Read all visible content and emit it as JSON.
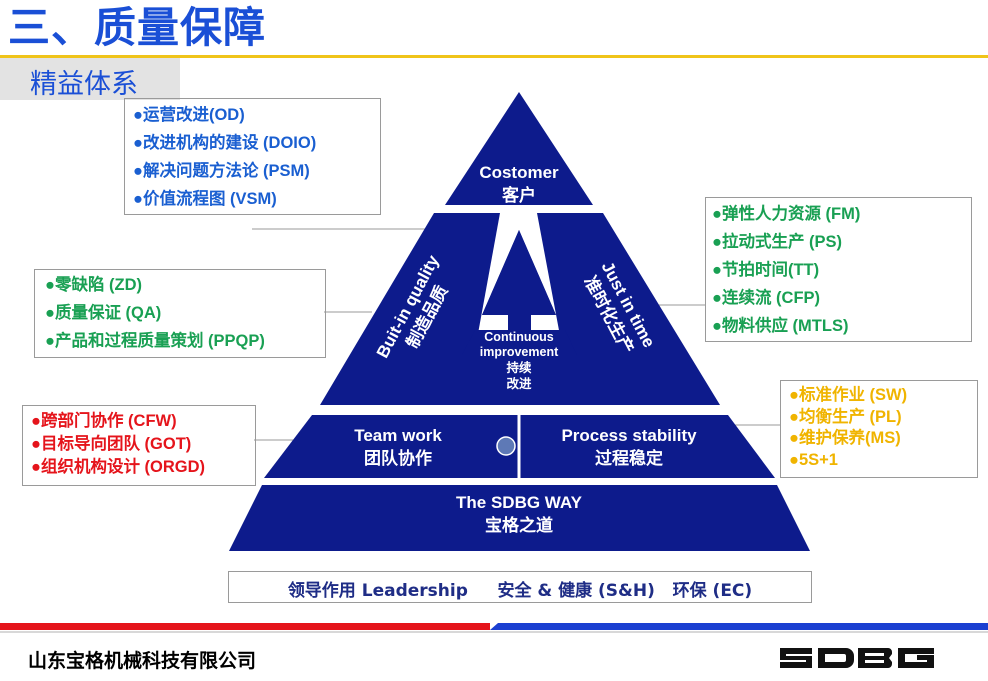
{
  "header": {
    "title": "三、质量保障",
    "subtitle": "精益体系"
  },
  "pyramid": {
    "top": {
      "en": "Costomer",
      "zh": "客户"
    },
    "left": {
      "en": "Buit-in quality",
      "zh": "制造品质"
    },
    "right": {
      "en": "Just in time",
      "zh": "准时化生产"
    },
    "center": {
      "en1": "Continuous",
      "en2": "improvement",
      "zh1": "持续",
      "zh2": "改进"
    },
    "mid_left": {
      "en": "Team work",
      "zh": "团队协作"
    },
    "mid_right": {
      "en": "Process stability",
      "zh": "过程稳定"
    },
    "base": {
      "en": "The SDBG WAY",
      "zh": "宝格之道"
    }
  },
  "lists": {
    "top_left": [
      "●运营改进(OD)",
      "●改进机构的建设 (DOIO)",
      "●解决问题方法论 (PSM)",
      "●价值流程图 (VSM)"
    ],
    "mid_left": [
      "●零缺陷 (ZD)",
      "●质量保证 (QA)",
      "●产品和过程质量策划 (PPQP)"
    ],
    "low_left": [
      "●跨部门协作 (CFW)",
      "●目标导向团队 (GOT)",
      "●组织机构设计 (ORGD)"
    ],
    "top_right": [
      "●弹性人力资源  (FM)",
      "●拉动式生产 (PS)",
      "●节拍时间(TT)",
      "●连续流 (CFP)",
      "●物料供应 (MTLS)"
    ],
    "low_right": [
      "●标准作业 (SW)",
      "●均衡生产 (PL)",
      "●维护保养(MS)",
      "●5S+1"
    ]
  },
  "foundation": "领导作用 Leadership     安全 & 健康 (S&H)   环保 (EC)",
  "footer": {
    "company": "山东宝格机械科技有限公司",
    "logo": "SDBG"
  },
  "colors": {
    "navy": "#0d1b8c",
    "title_blue": "#1a4fd6",
    "footer_red": "#e5141b",
    "footer_blue": "#1b3fd1"
  }
}
